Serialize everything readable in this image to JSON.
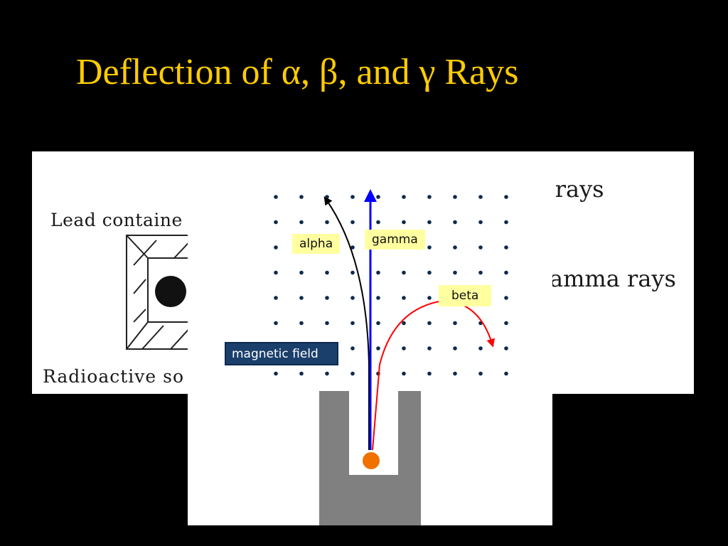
{
  "slide": {
    "title": "Deflection of α, β, and γ Rays",
    "title_color": "#ffcc00",
    "background": "#000000"
  },
  "background_figure": {
    "lead_label": "Lead containe",
    "source_label": "Radioactive so",
    "alpha_label": "Alpha rays",
    "gamma_label": "amma rays"
  },
  "magnetic_figure": {
    "labels": {
      "alpha": "alpha",
      "gamma": "gamma",
      "beta": "beta",
      "field": "magnetic field"
    },
    "colors": {
      "alpha_ray": "#000000",
      "gamma_ray": "#0000ff",
      "beta_ray": "#ff0000",
      "field_dot": "#0d2a4d",
      "lead_block": "#808080",
      "source": "#f07000",
      "label_bg": "#ffffa0",
      "field_box_bg": "#1b3f6b"
    },
    "field_grid": {
      "rows": 8,
      "cols": 10
    }
  }
}
